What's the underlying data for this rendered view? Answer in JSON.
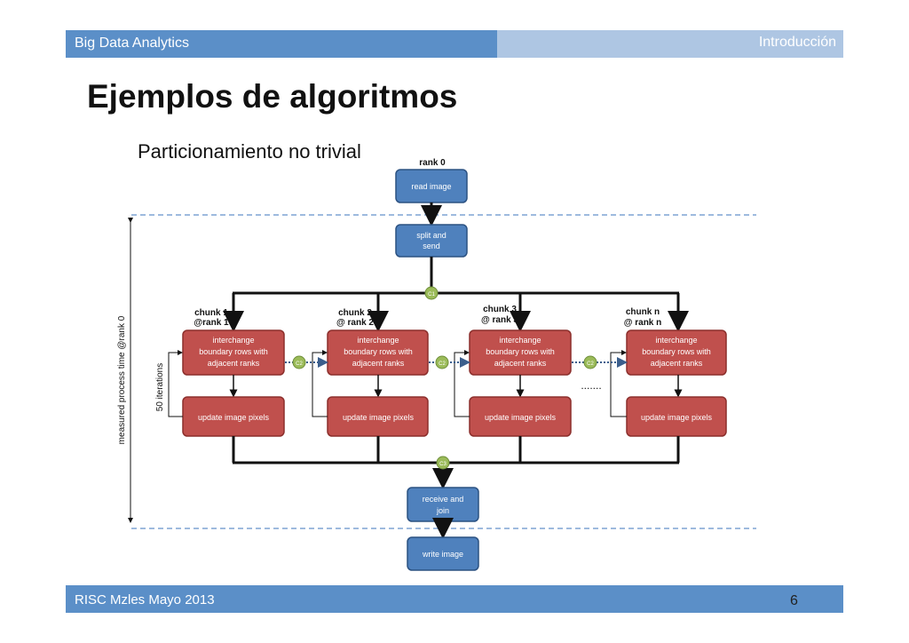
{
  "header": {
    "left": "Big Data Analytics",
    "right": "Introducción"
  },
  "slide": {
    "title": "Ejemplos de algoritmos",
    "subtitle": "Particionamiento no trivial"
  },
  "footer": {
    "left": "RISC Mzles Mayo 2013",
    "page": "6"
  },
  "diagram": {
    "rank0": "rank 0",
    "read_image": "read image",
    "split_send": [
      "split and",
      "send"
    ],
    "receive_join": [
      "receive and",
      "join"
    ],
    "write_image": "write image",
    "interchange": [
      "interchange",
      "boundary rows with",
      "adjacent ranks"
    ],
    "update": "update image  pixels",
    "chunks": [
      [
        "chunk 1",
        "@rank 1"
      ],
      [
        "chunk 2",
        "@ rank 2"
      ],
      [
        "chunk 3",
        "@ rank 3"
      ],
      [
        "chunk n",
        "@ rank n"
      ]
    ],
    "c1": "C1",
    "c2": "C2",
    "c3": "C3",
    "ellipsis": ".......",
    "iterations_label": "50 iterations",
    "measure_label": "measured process time @rank 0",
    "colors": {
      "blue_box": "#4f81bd",
      "red_box": "#c0504d",
      "circle": "#9bbb59",
      "dashed": "#7fa3d3"
    }
  }
}
